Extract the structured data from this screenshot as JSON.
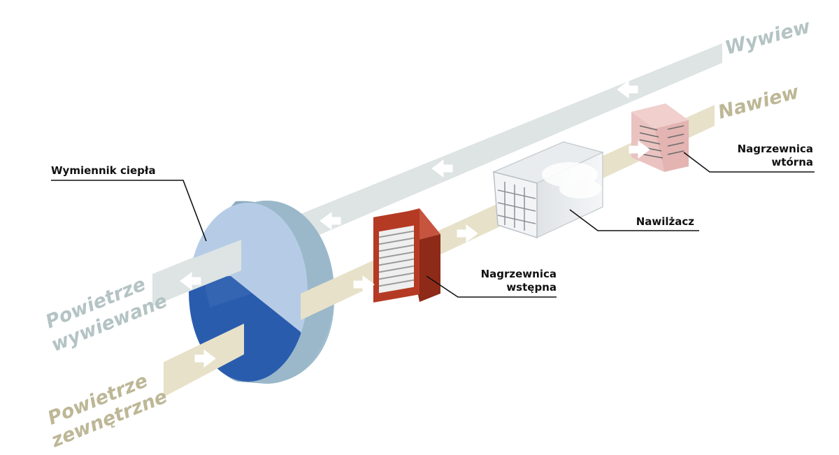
{
  "flows": {
    "exhaust_extract": {
      "label": "Wywiew",
      "color": "#b4c3c3"
    },
    "supply": {
      "label": "Nawiew",
      "color": "#bdb796"
    },
    "exhaust_out": {
      "line1": "Powietrze",
      "line2": "wywiewane",
      "color": "#b4c3c3"
    },
    "outdoor_in": {
      "line1": "Powietrze",
      "line2": "zewnętrzne",
      "color": "#bdb796"
    }
  },
  "components": {
    "heat_exchanger": {
      "label": "Wymiennik ciepła"
    },
    "preheater": {
      "label_line1": "Nagrzewnica",
      "label_line2": "wstępna"
    },
    "humidifier": {
      "label": "Nawilżacz"
    },
    "reheater": {
      "label_line1": "Nagrzewnica",
      "label_line2": "wtórna"
    }
  },
  "colors": {
    "exhaust_band": "#dde4e3",
    "supply_band": "#e6e1c8",
    "wheel_rim": "#8fb1c4",
    "wheel_top": "#b6cce6",
    "wheel_bottom": "#2a5cae",
    "preheater": "#b53a24",
    "reheater": "#e3b4b2",
    "arrow": "#ffffff"
  }
}
